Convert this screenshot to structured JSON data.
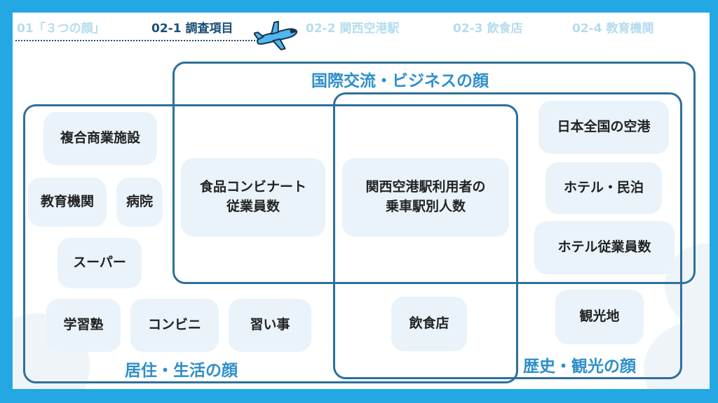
{
  "nav": {
    "items": [
      {
        "label": "01「３つの顔」",
        "active": false
      },
      {
        "label": "02-1 調査項目",
        "active": true
      },
      {
        "label": "02-2 関西空港駅",
        "active": false
      },
      {
        "label": "02-3 飲食店",
        "active": false
      },
      {
        "label": "02-4 教育機関",
        "active": false
      }
    ],
    "active_icon": "airplane-icon"
  },
  "groups": {
    "international": {
      "title": "国際交流・ビジネスの顔"
    },
    "living": {
      "title": "居住・生活の顔"
    },
    "tourism": {
      "title": "歴史・観光の顔"
    }
  },
  "items": {
    "complex": "複合商業施設",
    "education": "教育機関",
    "hospital": "病院",
    "supermarket": "スーパー",
    "cram": "学習塾",
    "convenience": "コンビニ",
    "lessons": "習い事",
    "food_kombinat_l1": "食品コンビナート",
    "food_kombinat_l2": "従業員数",
    "station_users_l1": "関西空港駅利用者の",
    "station_users_l2": "乗車駅別人数",
    "restaurant": "飲食店",
    "airports": "日本全国の空港",
    "hotel_minpaku": "ホテル・民泊",
    "hotel_staff": "ホテル従業員数",
    "sightseeing": "観光地"
  },
  "colors": {
    "background": "#23a8e4",
    "frame": "#2e709c",
    "title": "#2e8fc9",
    "pill": "#e9f3f9",
    "nav_active": "#1a4f78",
    "nav_inactive": "#b6dced"
  }
}
